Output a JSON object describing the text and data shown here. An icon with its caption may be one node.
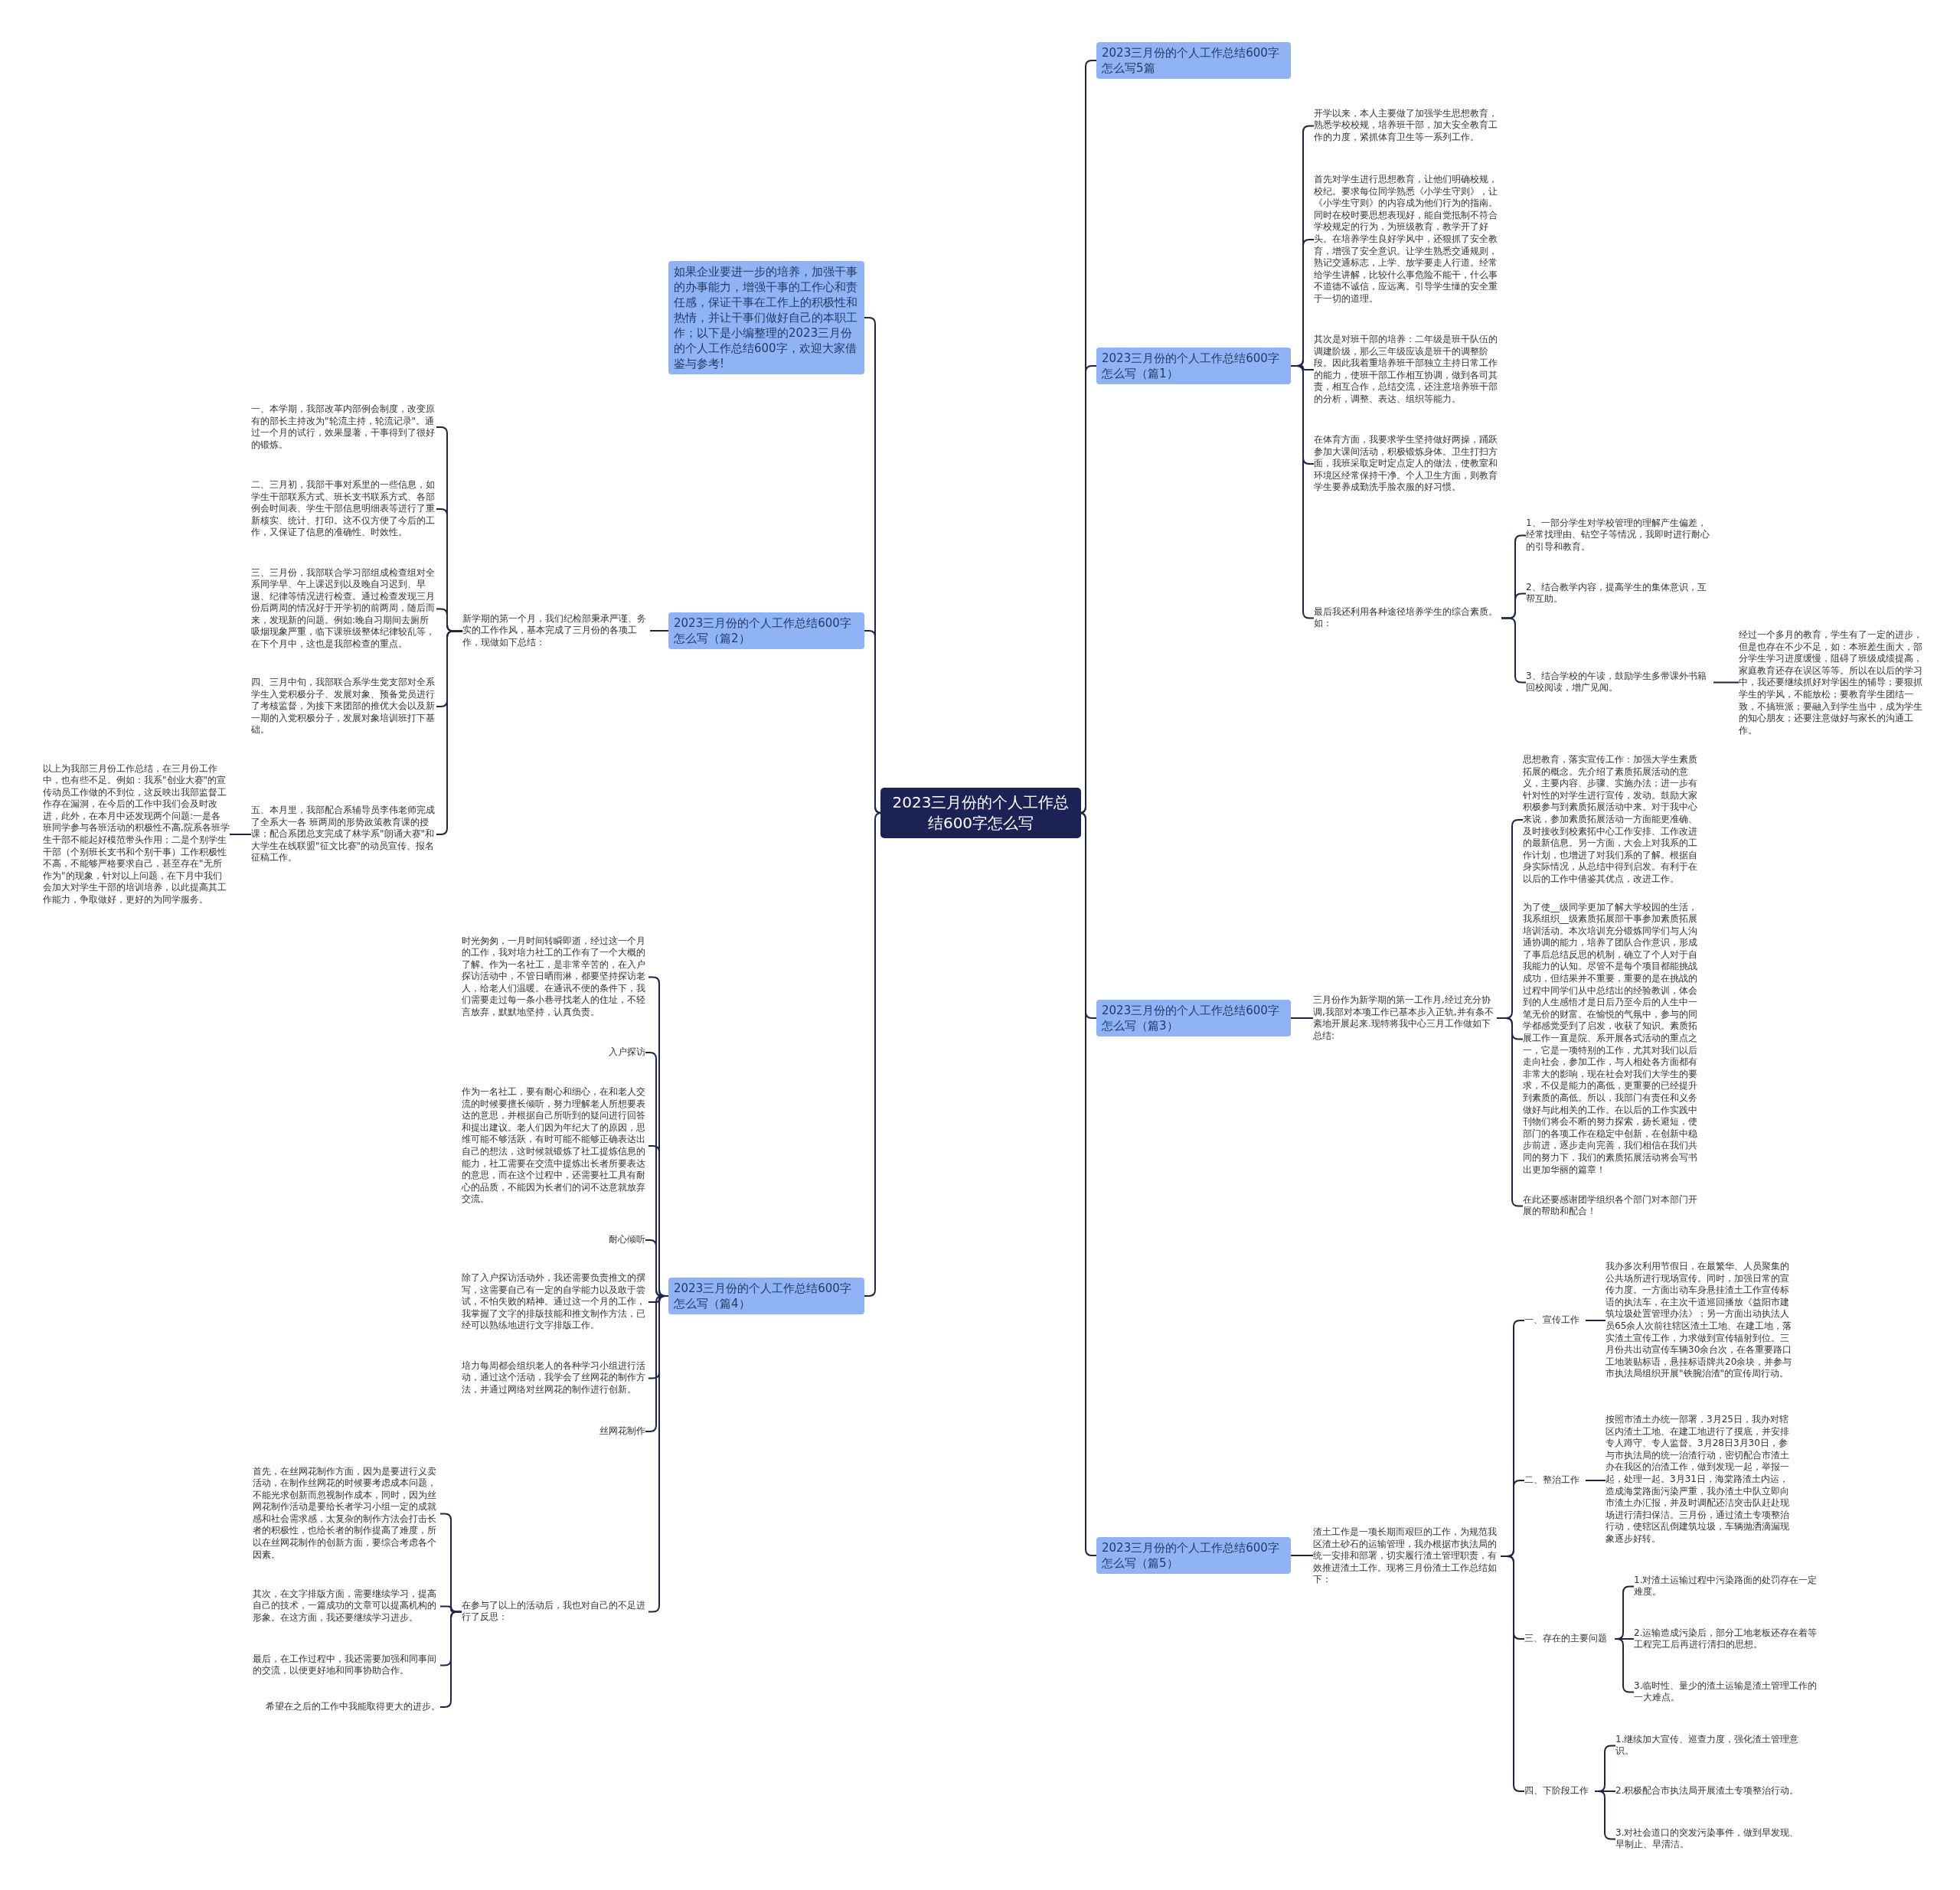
{
  "diagram": {
    "nodes": [
      {
        "text": [
          "2023三月份的个人工作总结600字怎么写"
        ]
      },
      {
        "text": [
          "如果企业要进一步的培养，加强干事的办事能力，增强干事的工作心和责任感，保证干事在工作上的积极性和热情，并让干事们做好自己的本职工作；以下是小编整理的2023三月份的个人工作总结600字，欢迎大家借鉴与参考!"
        ]
      },
      {
        "text": [
          "2023三月份的个人工作总结600字怎么写（篇2）"
        ]
      },
      {
        "text": [
          "新学期的第一个月，我们纪检部秉承严谨、务实的工作作风，基本完成了三月份的各项工作，现做如下总结："
        ]
      },
      {
        "text": [
          "一、本学期，我部改革内部例会制度，改变原有的部长主持改为\"轮流主持，轮流记录\"。通过一个月的试行，效果显著，干事得到了很好的锻炼。"
        ]
      },
      {
        "text": [
          "二、三月初，我部干事对系里的一些信息，如学生干部联系方式、班长支书联系方式、各部例会时间表、学生干部信息明细表等进行了重新核实、统计、打印。这不仅方便了今后的工作，又保证了信息的准确性、时效性。"
        ]
      },
      {
        "text": [
          "三、三月份，我部联合学习部组成检查组对全系同学早、午上课迟到以及晚自习迟到、早退、纪律等情况进行检查。通过检查发现三月份后两周的情况好于开学初的前两周，随后而来，发现新的问题。例如:晚自习期间去厕所吸烟现象严重，临下课班级整体纪律较乱等，在下个月中，这也是我部检查的重点。"
        ]
      },
      {
        "text": [
          "四、三月中旬，我部联合系学生党支部对全系学生入党积极分子、发展对象、预备党员进行了考核监督，为接下来团部的推优大会以及新一期的入党积极分子，发展对象培训班打下基础。"
        ]
      },
      {
        "text": [
          "五、本月里，我部配合系辅导员李伟老师完成了全系大一各 班两周的形势政策教育课的授课；配合系团总支完成了林学系\"朗诵大赛\"和大学生在线联盟\"征文比赛\"的动员宣传、报名征稿工作。"
        ]
      },
      {
        "text": [
          "以上为我部三月份工作总结，在三月份工作中，也有些不足。例如：我系\"创业大赛\"的宣传动员工作做的不到位，这反映出我部监督工作存在漏洞，在今后的工作中我们会及时改进，此外，在本月中还发现两个问题:一是各班同学参与各班活动的积极性不高,院系各班学生干部不能起好模范带头作用；二是个别学生干部（个别班长支书和个别干事）工作积极性不高，不能够严格要求自己，甚至存在\"无所作为\"的现象，针对以上问题，在下月中我们会加大对学生干部的培训培养，以此提高其工作能力，争取做好，更好的为同学服务。"
        ]
      },
      {
        "text": [
          "2023三月份的个人工作总结600字怎么写（篇4）"
        ]
      },
      {
        "text": [
          "时光匆匆，一月时间转瞬即逝，经过这一个月的工作，我对培力社工的工作有了一个大概的了解。作为一名社工，是非常辛苦的，在入户探访活动中，不管日晒雨淋，都要坚持探访老人，给老人们温暖。在通讯不便的条件下，我们需要走过每一条小巷寻找老人的住址，不轻言放弃，默默地坚持，认真负责。"
        ]
      },
      {
        "text": [
          "入户探访"
        ]
      },
      {
        "text": [
          "作为一名社工，要有耐心和细心，在和老人交流的时候要擅长倾听，努力理解老人所想要表达的意思，并根据自己所听到的疑问进行回答和提出建议。老人们因为年纪大了的原因，思维可能不够活跃，有时可能不能够正确表达出自己的想法，这时候就锻炼了社工提炼信息的能力，社工需要在交流中提炼出长者所要表达的意思，而在这个过程中，还需要社工具有耐心的品质，不能因为长者们的词不达意就放弃交流。"
        ]
      },
      {
        "text": [
          "耐心倾听"
        ]
      },
      {
        "text": [
          "除了入户探访活动外，我还需要负责推文的撰写，这需要自己有一定的自学能力以及敢于尝试，不怕失败的精神。通过这一个月的工作，我掌握了文字的排版技能和推文制作方法，已经可以熟练地进行文字排版工作。"
        ]
      },
      {
        "text": [
          "培力每周都会组织老人的各种学习小组进行活动，通过这个活动，我学会了丝网花的制作方法，并通过网络对丝网花的制作进行创新。"
        ]
      },
      {
        "text": [
          "丝网花制作"
        ]
      },
      {
        "text": [
          "在参与了以上的活动后，我也对自己的不足进行了反思："
        ]
      },
      {
        "text": [
          "首先，在丝网花制作方面，因为是要进行义卖活动，在制作丝网花的时候要考虑成本问题，不能光求创新而忽视制作成本，同时，因为丝网花制作活动是要给长者学习小组一定的成就感和社会需求感，太复杂的制作方法会打击长者的积极性，也给长者的制作提高了难度，所以在丝网花制作的创新方面，要综合考虑各个因素。"
        ]
      },
      {
        "text": [
          "其次，在文字排版方面，需要继续学习，提高自己的技术，一篇成功的文章可以提高机构的形象。在这方面，我还要继续学习进步。"
        ]
      },
      {
        "text": [
          "最后，在工作过程中，我还需要加强和同事间的交流，以便更好地和同事协助合作。"
        ]
      },
      {
        "text": [
          "希望在之后的工作中我能取得更大的进步。"
        ]
      },
      {
        "text": [
          "2023三月份的个人工作总结600字怎么写5篇"
        ]
      },
      {
        "text": [
          "2023三月份的个人工作总结600字怎么写（篇1）"
        ]
      },
      {
        "text": [
          "开学以来，本人主要做了加强学生思想教育，熟悉学校校规，培养班干部，加大安全教育工作的力度，紧抓体育卫生等一系列工作。"
        ]
      },
      {
        "text": [
          "首先对学生进行思想教育，让他们明确校规，校纪。要求每位同学熟悉《小学生守则》，让《小学生守则》的内容成为他们行为的指南。同时在校时要思想表现好，能自觉抵制不符合学校规定的行为，为班级教育，教学开了好头。在培养学生良好学风中，还狠抓了安全教育，增强了安全意识。让学生熟悉交通规则，熟记交通标志，上学、放学要走人行道。经常给学生讲解，比较什么事危险不能干，什么事不道德不诚信，应远离。引导学生懂的安全重于一切的道理。"
        ]
      },
      {
        "text": [
          "其次是对班干部的培养：二年级是班干队伍的调建阶级，那么三年级应该是班干的调整阶段。因此我着重培养班干部独立主持日常工作的能力，使班干部工作相互协调，做到各司其责，相互合作，总结交流，还注意培养班干部的分析，调整、表达、组织等能力。"
        ]
      },
      {
        "text": [
          "在体育方面，我要求学生坚持做好两操，踊跃参加大课间活动，积极锻炼身体。卫生打扫方面，我班采取定时定点定人的做法，使教室和环境区经常保持干净。个人卫生方面，则教育学生要养成勤洗手脸衣服的好习惯。"
        ]
      },
      {
        "text": [
          "最后我还利用各种途径培养学生的综合素质。如："
        ]
      },
      {
        "text": [
          "1、一部分学生对学校管理的理解产生偏差，经常找理由、钻空子等情况，我即时进行耐心的引导和教育。"
        ]
      },
      {
        "text": [
          "2、结合教学内容，提高学生的集体意识，互帮互助。"
        ]
      },
      {
        "text": [
          "3、结合学校的午读，鼓励学生多带课外书籍回校阅读，增广见闻。"
        ]
      },
      {
        "text": [
          "经过一个多月的教育，学生有了一定的进步，但是也存在不少不足，如：本班差生面大，部分学生学习进度缓慢，阻碍了班级成绩提高，家庭教育还存在误区等等。所以在以后的学习中，我还要继续抓好对学困生的辅导；要狠抓学生的学风，不能放松；要教育学生团结一致，不搞班派；要融入到学生当中，成为学生的知心朋友；还要注意做好与家长的沟通工作。"
        ]
      },
      {
        "text": [
          "2023三月份的个人工作总结600字怎么写（篇3）"
        ]
      },
      {
        "text": [
          "三月份作为新学期的第一工作月,经过充分协调,我部对本项工作已基本步入正轨,并有条不紊地开展起来.现特将我中心三月工作做如下总结:"
        ]
      },
      {
        "text": [
          "思想教育，落实宣传工作：加强大学生素质拓展的概念。先介绍了素质拓展活动的意义，主要内容、步骤、实施办法；进一步有针对性的对学生进行宣传，发动。鼓励大家积极参与到素质拓展活动中来。对于我中心来说，参加素质拓展活动一方面能更准确、及时接收到校素拓中心工作安排、工作改进的最新信息。另一方面，大会上对我系的工作计划，也增进了对我们系的了解。根据自身实际情况，从总结中得到启发。有利于在以后的工作中借鉴其优点，改进工作。"
        ]
      },
      {
        "text": [
          "为了使__级同学更加了解大学校园的生活，我系组织__级素质拓展部干事参加素质拓展培训活动。本次培训充分锻炼同学们与人沟通协调的能力，培养了团队合作意识，形成了事后总结反思的机制，确立了个人对于自我能力的认知。尽管不是每个项目都能挑战成功，但结果并不重要，重要的是在挑战的过程中同学们从中总结出的经验教训，体会到的人生感悟才是日后乃至今后的人生中一笔无价的财富。在愉悦的气氛中，参与的同学都感觉受到了启发，收获了知识。素质拓展工作一直是院、系开展各式活动的重点之一，它是一项特别的工作，尤其对我们以后走向社会，参加工作，与人相处各方面都有非常大的影响，现在社会对我们大学生的要求，不仅是能力的高低，更重要的已经提升到素质的高低。所以，我部门有责任和义务做好与此相关的工作。在以后的工作实践中刊物们将会不断的努力探索，扬长避短，使部门的各项工作在稳定中创新，在创新中稳步前进，逐步走向完善，我们相信在我们共同的努力下，我们的素质拓展活动将会写书出更加华丽的篇章！"
        ]
      },
      {
        "text": [
          "在此还要感谢团学组织各个部门对本部门开展的帮助和配合！"
        ]
      },
      {
        "text": [
          "2023三月份的个人工作总结600字怎么写（篇5）"
        ]
      },
      {
        "text": [
          "渣土工作是一项长期而艰巨的工作，为规范我区渣土砂石的运输管理，我办根据市执法局的统一安排和部署，切实履行渣土管理职责，有效推进渣土工作。现将三月份渣土工作总结如下："
        ]
      },
      {
        "text": [
          "一、宣传工作"
        ]
      },
      {
        "text": [
          "我办多次利用节假日，在最繁华、人员聚集的公共场所进行现场宣传。同时，加强日常的宣传力度。一方面出动车身悬挂渣土工作宣传标语的执法车，在主次干道巡回播放《益阳市建筑垃圾处置管理办法》；另一方面出动执法人员65余人次前往辖区渣土工地、在建工地，落实渣土宣传工作，力求做到宣传辐射到位。三月份共出动宣传车辆30余台次，在各重要路口工地装贴标语，悬挂标语牌共20余块，并参与市执法局组织开展\"铁腕治渣\"的宣传周行动。"
        ]
      },
      {
        "text": [
          "二、整治工作"
        ]
      },
      {
        "text": [
          "按照市渣土办统一部署，3月25日，我办对辖区内渣土工地、在建工地进行了摸底，并安排专人蹲守、专人监督。3月28日3月30日，参与市执法局的统一治渣行动，密切配合市渣土办在我区的治渣工作，做到发现一起，举报一起，处理一起。3月31日，海棠路渣土内运，造成海棠路面污染严重，我办渣土中队立即向市渣土办汇报，并及时调配还洁突击队赶赴现场进行清扫保洁。三月份，通过渣土专项整治行动，使辖区乱倒建筑垃圾，车辆抛洒滴漏现象逐步好转。"
        ]
      },
      {
        "text": [
          "三、存在的主要问题"
        ]
      },
      {
        "text": [
          "1.对渣土运输过程中污染路面的处罚存在一定难度。"
        ]
      },
      {
        "text": [
          "2.运输造成污染后，部分工地老板还存在着等工程完工后再进行清扫的思想。"
        ]
      },
      {
        "text": [
          "3.临时性、量少的渣土运输是渣土管理工作的一大难点。"
        ]
      },
      {
        "text": [
          "四、下阶段工作"
        ]
      },
      {
        "text": [
          "1.继续加大宣传、巡查力度，强化渣土管理意识。"
        ]
      },
      {
        "text": [
          "2.积极配合市执法局开展渣土专项整治行动。"
        ]
      },
      {
        "text": [
          "3.对社会道口的突发污染事件，做到早发现、早制止、早清洁。"
        ]
      }
    ],
    "edges": [
      {
        "from": 0,
        "to": 1,
        "arrow": "none"
      },
      {
        "from": 0,
        "to": 2,
        "arrow": "none"
      },
      {
        "from": 2,
        "to": 3,
        "arrow": "none"
      },
      {
        "from": 3,
        "to": 4,
        "arrow": "none"
      },
      {
        "from": 3,
        "to": 5,
        "arrow": "none"
      },
      {
        "from": 3,
        "to": 6,
        "arrow": "none"
      },
      {
        "from": 3,
        "to": 7,
        "arrow": "none"
      },
      {
        "from": 3,
        "to": 8,
        "arrow": "none"
      },
      {
        "from": 8,
        "to": 9,
        "arrow": "none"
      },
      {
        "from": 0,
        "to": 10,
        "arrow": "none"
      },
      {
        "from": 10,
        "to": 11,
        "arrow": "none"
      },
      {
        "from": 10,
        "to": 12,
        "arrow": "none"
      },
      {
        "from": 10,
        "to": 13,
        "arrow": "none"
      },
      {
        "from": 10,
        "to": 14,
        "arrow": "none"
      },
      {
        "from": 10,
        "to": 15,
        "arrow": "none"
      },
      {
        "from": 10,
        "to": 16,
        "arrow": "none"
      },
      {
        "from": 10,
        "to": 17,
        "arrow": "none"
      },
      {
        "from": 10,
        "to": 18,
        "arrow": "none"
      },
      {
        "from": 18,
        "to": 19,
        "arrow": "none"
      },
      {
        "from": 18,
        "to": 20,
        "arrow": "none"
      },
      {
        "from": 18,
        "to": 21,
        "arrow": "none"
      },
      {
        "from": 18,
        "to": 22,
        "arrow": "none"
      },
      {
        "from": 0,
        "to": 23,
        "arrow": "none"
      },
      {
        "from": 0,
        "to": 24,
        "arrow": "none"
      },
      {
        "from": 24,
        "to": 25,
        "arrow": "none"
      },
      {
        "from": 24,
        "to": 26,
        "arrow": "none"
      },
      {
        "from": 24,
        "to": 27,
        "arrow": "none"
      },
      {
        "from": 24,
        "to": 28,
        "arrow": "none"
      },
      {
        "from": 24,
        "to": 29,
        "arrow": "none"
      },
      {
        "from": 29,
        "to": 30,
        "arrow": "none"
      },
      {
        "from": 29,
        "to": 31,
        "arrow": "none"
      },
      {
        "from": 29,
        "to": 32,
        "arrow": "none"
      },
      {
        "from": 32,
        "to": 33,
        "arrow": "none"
      },
      {
        "from": 0,
        "to": 34,
        "arrow": "none"
      },
      {
        "from": 34,
        "to": 35,
        "arrow": "none"
      },
      {
        "from": 35,
        "to": 36,
        "arrow": "none"
      },
      {
        "from": 35,
        "to": 37,
        "arrow": "none"
      },
      {
        "from": 35,
        "to": 38,
        "arrow": "none"
      },
      {
        "from": 0,
        "to": 39,
        "arrow": "none"
      },
      {
        "from": 39,
        "to": 40,
        "arrow": "none"
      },
      {
        "from": 40,
        "to": 41,
        "arrow": "none"
      },
      {
        "from": 41,
        "to": 42,
        "arrow": "none"
      },
      {
        "from": 40,
        "to": 43,
        "arrow": "none"
      },
      {
        "from": 43,
        "to": 44,
        "arrow": "none"
      },
      {
        "from": 40,
        "to": 45,
        "arrow": "none"
      },
      {
        "from": 45,
        "to": 46,
        "arrow": "none"
      },
      {
        "from": 45,
        "to": 47,
        "arrow": "none"
      },
      {
        "from": 45,
        "to": 48,
        "arrow": "none"
      },
      {
        "from": 40,
        "to": 49,
        "arrow": "none"
      },
      {
        "from": 49,
        "to": 50,
        "arrow": "none"
      },
      {
        "from": 49,
        "to": 51,
        "arrow": "none"
      },
      {
        "from": 49,
        "to": 52,
        "arrow": "none"
      }
    ]
  }
}
